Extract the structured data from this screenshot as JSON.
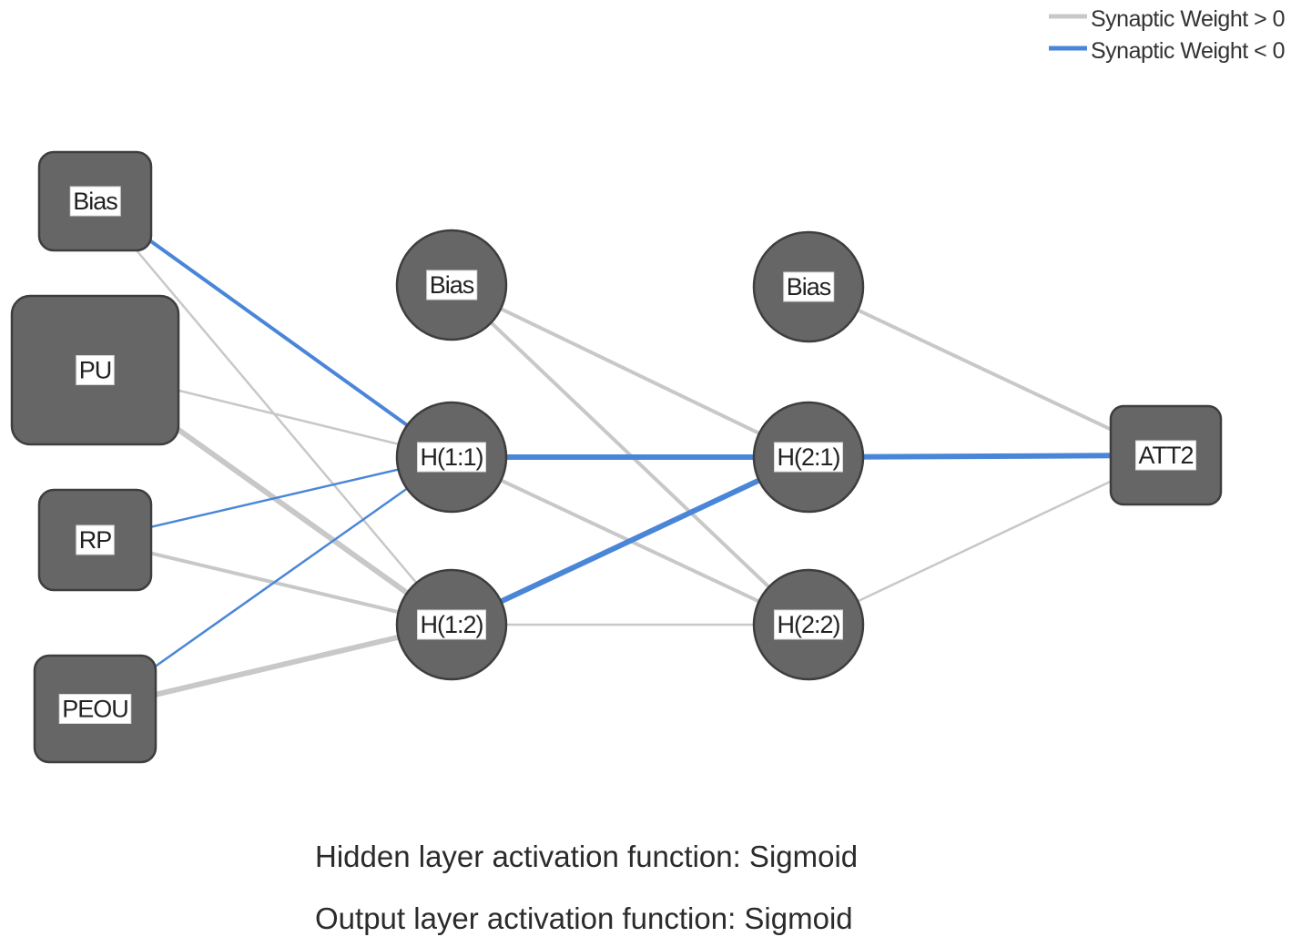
{
  "legend": {
    "positive_label": "Synaptic Weight > 0",
    "negative_label": "Synaptic Weight < 0",
    "positive_color": "#c8c8c8",
    "negative_color": "#4a86d8"
  },
  "nodes": {
    "input_bias": "Bias",
    "pu": "PU",
    "rp": "RP",
    "peou": "PEOU",
    "hidden1_bias": "Bias",
    "h11": "H(1:1)",
    "h12": "H(1:2)",
    "hidden2_bias": "Bias",
    "h21": "H(2:1)",
    "h22": "H(2:2)",
    "att2": "ATT2"
  },
  "footer": {
    "hidden_activation": "Hidden layer activation function: Sigmoid",
    "output_activation": "Output layer activation function: Sigmoid"
  },
  "node_color": "#666666",
  "edges": [
    {
      "from": "input_bias",
      "to": "h11",
      "sign": "negative",
      "strength": "medium"
    },
    {
      "from": "input_bias",
      "to": "h12",
      "sign": "positive",
      "strength": "thin"
    },
    {
      "from": "pu",
      "to": "h11",
      "sign": "positive",
      "strength": "thin"
    },
    {
      "from": "pu",
      "to": "h12",
      "sign": "positive",
      "strength": "thick"
    },
    {
      "from": "rp",
      "to": "h11",
      "sign": "negative",
      "strength": "thin"
    },
    {
      "from": "rp",
      "to": "h12",
      "sign": "positive",
      "strength": "medium"
    },
    {
      "from": "peou",
      "to": "h11",
      "sign": "negative",
      "strength": "thin"
    },
    {
      "from": "peou",
      "to": "h12",
      "sign": "positive",
      "strength": "thick"
    },
    {
      "from": "hidden1_bias",
      "to": "h21",
      "sign": "positive",
      "strength": "medium"
    },
    {
      "from": "hidden1_bias",
      "to": "h22",
      "sign": "positive",
      "strength": "medium"
    },
    {
      "from": "h11",
      "to": "h21",
      "sign": "negative",
      "strength": "thick"
    },
    {
      "from": "h11",
      "to": "h22",
      "sign": "positive",
      "strength": "medium"
    },
    {
      "from": "h12",
      "to": "h21",
      "sign": "negative",
      "strength": "thick"
    },
    {
      "from": "h12",
      "to": "h22",
      "sign": "positive",
      "strength": "thin"
    },
    {
      "from": "hidden2_bias",
      "to": "att2",
      "sign": "positive",
      "strength": "medium"
    },
    {
      "from": "h21",
      "to": "att2",
      "sign": "negative",
      "strength": "thick"
    },
    {
      "from": "h22",
      "to": "att2",
      "sign": "positive",
      "strength": "thin"
    }
  ]
}
